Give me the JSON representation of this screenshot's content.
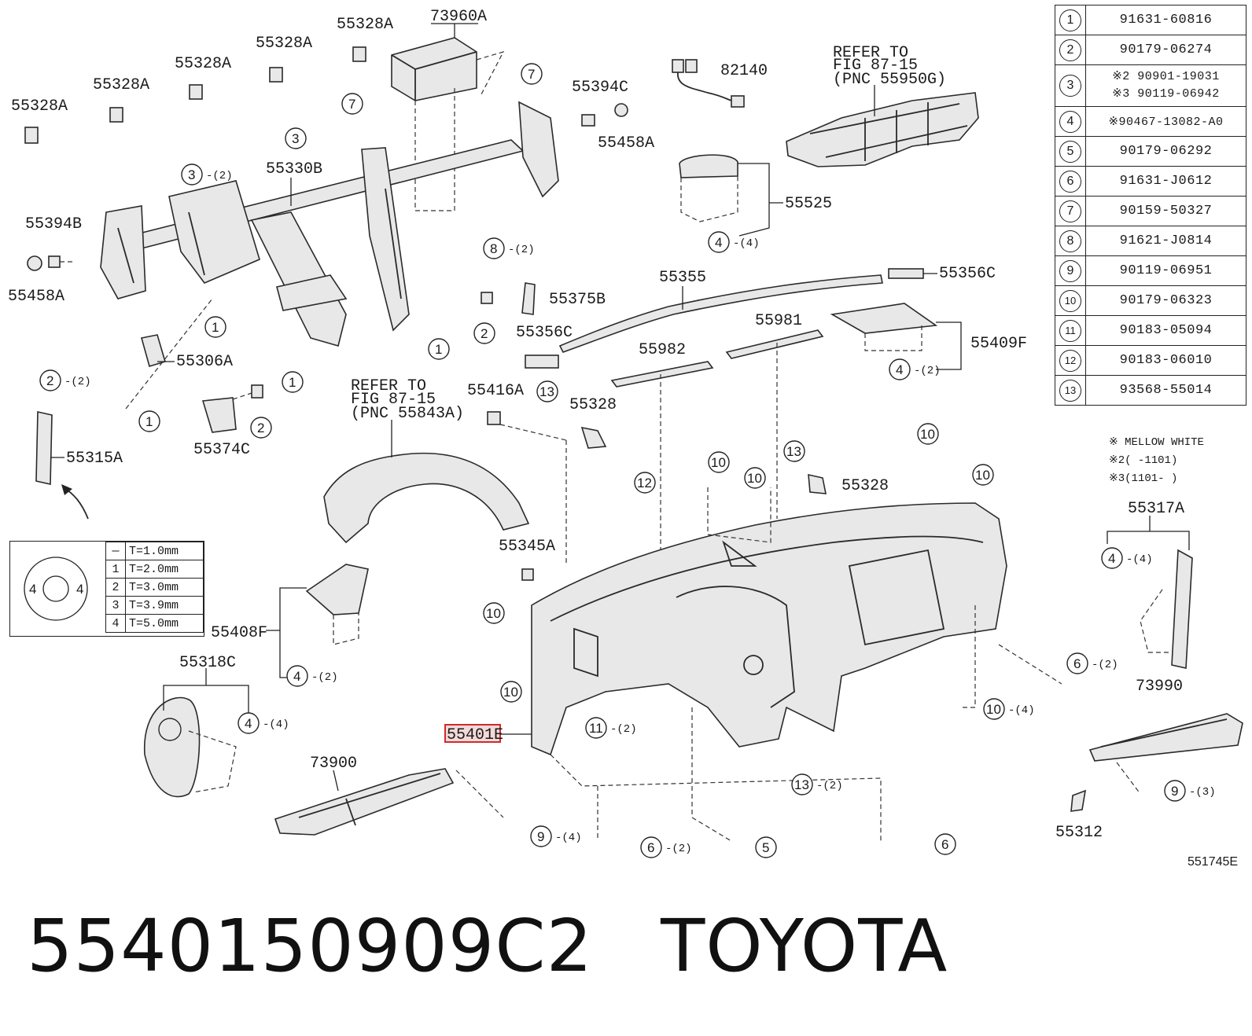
{
  "part_number": "5540150909C2",
  "brand": "TOYOTA",
  "diagram_code": "551745E",
  "highlight_label": "55401E",
  "legend": [
    {
      "idx": "1",
      "pn": "91631-60816"
    },
    {
      "idx": "2",
      "pn": "90179-06274"
    },
    {
      "idx": "3",
      "pn": "※2 90901-19031",
      "pn2": "※3 90119-06942"
    },
    {
      "idx": "4",
      "pn": "※90467-13082-A0"
    },
    {
      "idx": "5",
      "pn": "90179-06292"
    },
    {
      "idx": "6",
      "pn": "91631-J0612"
    },
    {
      "idx": "7",
      "pn": "90159-50327"
    },
    {
      "idx": "8",
      "pn": "91621-J0814"
    },
    {
      "idx": "9",
      "pn": "90119-06951"
    },
    {
      "idx": "10",
      "pn": "90179-06323"
    },
    {
      "idx": "11",
      "pn": "90183-05094"
    },
    {
      "idx": "12",
      "pn": "90183-06010"
    },
    {
      "idx": "13",
      "pn": "93568-55014"
    }
  ],
  "notes": [
    "※ MELLOW WHITE",
    "※2(   -1101)",
    "※3(1101-   )"
  ],
  "thickness": [
    {
      "k": "—",
      "v": "T=1.0mm"
    },
    {
      "k": "1",
      "v": "T=2.0mm"
    },
    {
      "k": "2",
      "v": "T=3.0mm"
    },
    {
      "k": "3",
      "v": "T=3.9mm"
    },
    {
      "k": "4",
      "v": "T=5.0mm"
    }
  ],
  "thick_marks": [
    "4",
    "4"
  ],
  "refer_top": [
    "REFER TO",
    "FIG 87-15",
    "(PNC 55950G)"
  ],
  "refer_mid": [
    "REFER TO",
    "FIG 87-15",
    "(PNC 55843A)"
  ],
  "labels": {
    "l55328a_1": "55328A",
    "l55328a_2": "55328A",
    "l55328a_3": "55328A",
    "l55328a_4": "55328A",
    "l55328a_5": "55328A",
    "l73960a": "73960A",
    "l82140": "82140",
    "l55394c": "55394C",
    "l55458a_r": "55458A",
    "l55330b": "55330B",
    "l55394b": "55394B",
    "l55458a_l": "55458A",
    "l55306a": "55306A",
    "l55374c": "55374C",
    "l55315a": "55315A",
    "l55525": "55525",
    "l55355": "55355",
    "l55356c_r": "55356C",
    "l55375b": "55375B",
    "l55356c_l": "55356C",
    "l55982": "55982",
    "l55981": "55981",
    "l55409f": "55409F",
    "l55416a": "55416A",
    "l55328_a": "55328",
    "l55328_b": "55328",
    "l55345a": "55345A",
    "l55408f": "55408F",
    "l55318c": "55318C",
    "l55317a": "55317A",
    "l73990": "73990",
    "l73900": "73900",
    "l55312": "55312"
  },
  "qty": {
    "q2": "-(2)",
    "q3": "-(3)",
    "q4": "-(4)"
  }
}
